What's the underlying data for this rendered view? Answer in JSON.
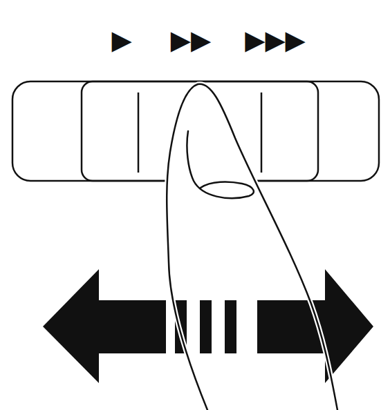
{
  "diagram": {
    "labels": [
      "▶",
      "▶▶",
      "▶▶▶"
    ]
  }
}
